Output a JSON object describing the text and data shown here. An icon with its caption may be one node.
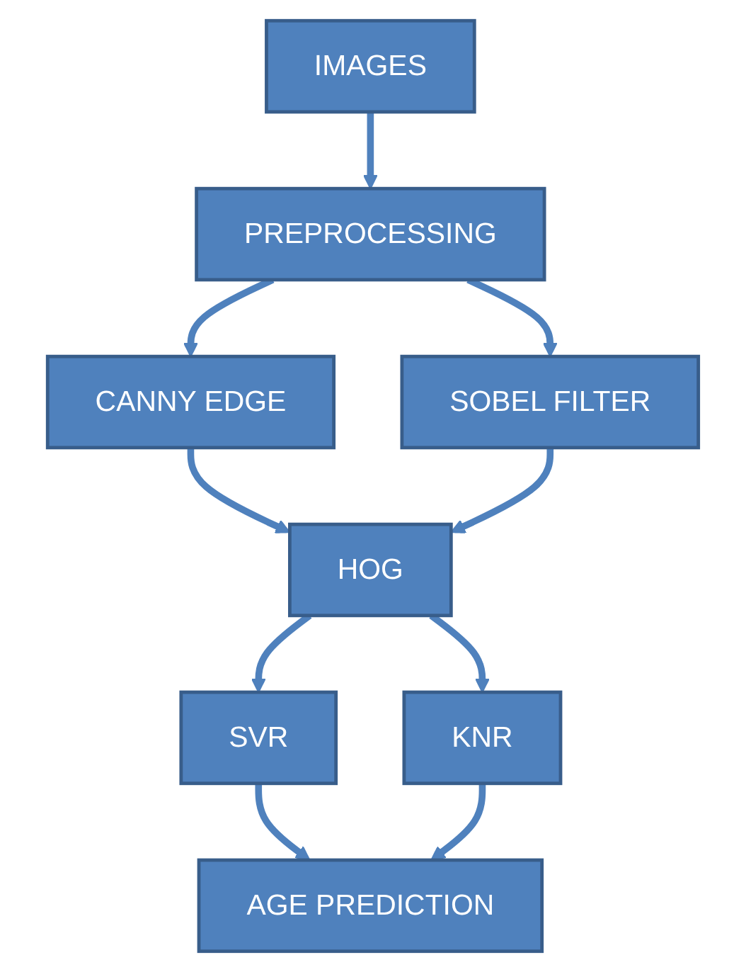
{
  "diagram": {
    "nodes": [
      {
        "text": [
          "IMAGES"
        ]
      },
      {
        "text": [
          "PREPROCESSING"
        ]
      },
      {
        "text": [
          "CANNY EDGE"
        ]
      },
      {
        "text": [
          "SOBEL FILTER"
        ]
      },
      {
        "text": [
          "HOG"
        ]
      },
      {
        "text": [
          "SVR"
        ]
      },
      {
        "text": [
          "KNR"
        ]
      },
      {
        "text": [
          "AGE PREDICTION"
        ]
      }
    ],
    "edges": [
      {
        "from": 0,
        "to": 1,
        "arrow": "to"
      },
      {
        "from": 1,
        "to": 2,
        "arrow": "to"
      },
      {
        "from": 1,
        "to": 3,
        "arrow": "to"
      },
      {
        "from": 2,
        "to": 4,
        "arrow": "to"
      },
      {
        "from": 3,
        "to": 4,
        "arrow": "to"
      },
      {
        "from": 4,
        "to": 5,
        "arrow": "to"
      },
      {
        "from": 4,
        "to": 6,
        "arrow": "to"
      },
      {
        "from": 5,
        "to": 7,
        "arrow": "to"
      },
      {
        "from": 6,
        "to": 7,
        "arrow": "to"
      }
    ]
  }
}
